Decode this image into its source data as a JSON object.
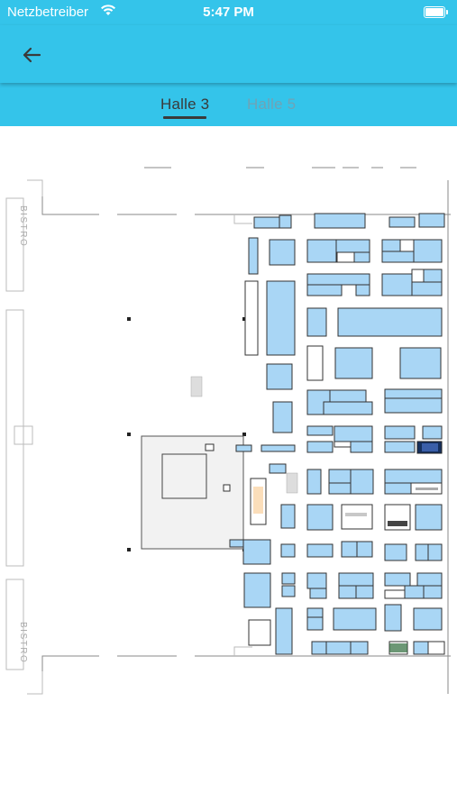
{
  "status_bar": {
    "carrier": "Netzbetreiber",
    "time": "5:47 PM",
    "wifi_icon": "wifi-icon",
    "battery_icon": "battery-icon"
  },
  "app_bar": {
    "back_icon": "arrow-left-icon",
    "background_color": "#34c4ea"
  },
  "tabs": [
    {
      "label": "Halle 3",
      "active": true
    },
    {
      "label": "Halle 5",
      "active": false
    }
  ],
  "map": {
    "labels": {
      "bistro_top": "BISTRO",
      "bistro_bottom": "BISTRO"
    },
    "colors": {
      "stand": "#a9d6f5",
      "stand_border": "#333333",
      "hall_outline": "#8a8a8a",
      "accent_stand": "#16305e"
    }
  }
}
